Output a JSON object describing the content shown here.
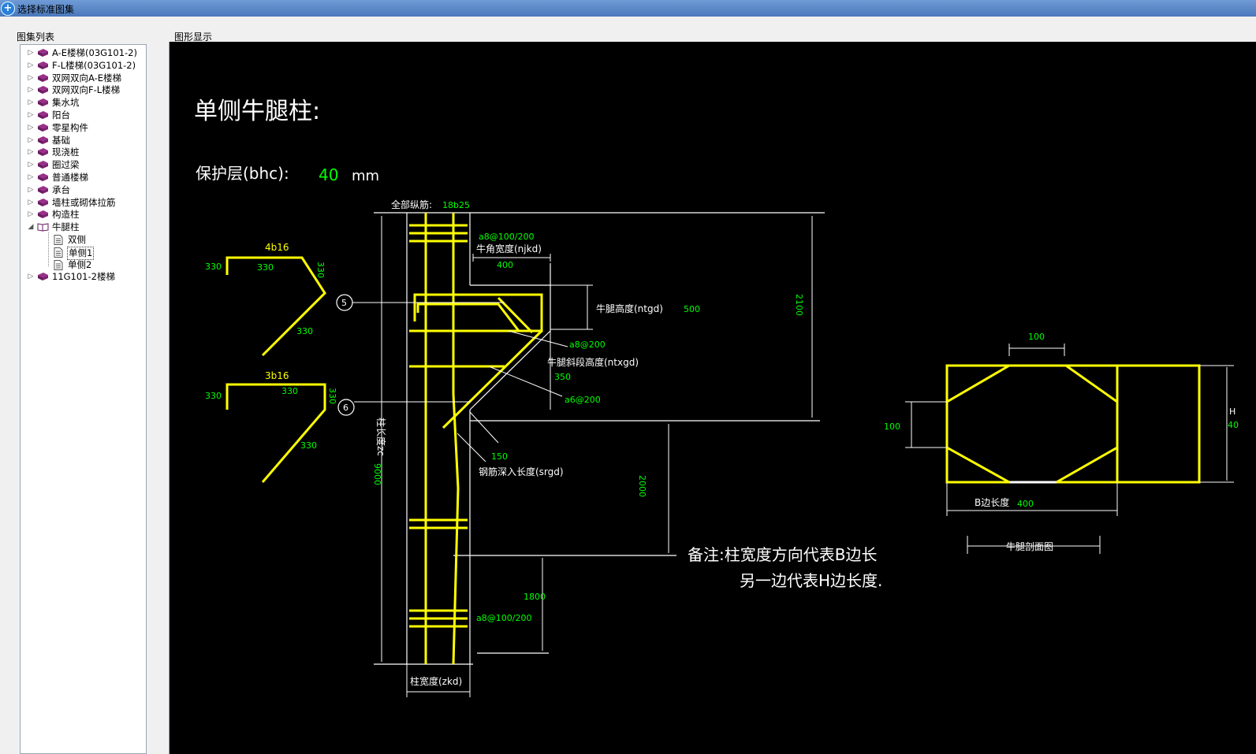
{
  "window": {
    "title": "选择标准图集"
  },
  "left_panel": {
    "label": "图集列表"
  },
  "right_panel": {
    "label": "图形显示"
  },
  "tree": {
    "items": [
      {
        "label": "A-E楼梯(03G101-2)"
      },
      {
        "label": "F-L楼梯(03G101-2)"
      },
      {
        "label": "双网双向A-E楼梯"
      },
      {
        "label": "双网双向F-L楼梯"
      },
      {
        "label": "集水坑"
      },
      {
        "label": "阳台"
      },
      {
        "label": "零星构件"
      },
      {
        "label": "基础"
      },
      {
        "label": "现浇桩"
      },
      {
        "label": "圈过梁"
      },
      {
        "label": "普通楼梯"
      },
      {
        "label": "承台"
      },
      {
        "label": "墙柱或砌体拉筋"
      },
      {
        "label": "构造柱"
      },
      {
        "label": "牛腿柱"
      },
      {
        "label": "11G101-2楼梯"
      }
    ],
    "children": [
      {
        "label": "双侧"
      },
      {
        "label": "单侧1"
      },
      {
        "label": "单侧2"
      }
    ]
  },
  "drawing": {
    "title": "单侧牛腿柱:",
    "cover_label": "保护层(bhc):",
    "cover_value": "40",
    "cover_unit": "mm",
    "all_rebar_label": "全部纵筋:",
    "all_rebar_value": "18b25",
    "stirrup_top": "a8@100/200",
    "stirrup_bottom": "a8@100/200",
    "corbel_corner_width": "牛角宽度(njkd)",
    "njkd_value": "400",
    "corbel_height": "牛腿高度(ntgd)",
    "ntgd_value": "500",
    "corbel_stirrup1": "a8@200",
    "corbel_slope_height": "牛腿斜段高度(ntxgd)",
    "ntxgd_value": "350",
    "corbel_stirrup2": "a6@200",
    "anchor_value": "150",
    "anchor_label": "钢筋深入长度(srgd)",
    "column_length_label": "柱长度zc",
    "column_length_value": "9000",
    "column_width_label": "柱宽度(zkd)",
    "dim_2100": "2100",
    "dim_2000": "2000",
    "dim_1800": "1800",
    "bar5": {
      "callout": "5",
      "spec": "4b16",
      "seg_a": "330",
      "seg_b": "330",
      "seg_c": "330",
      "seg_d": "330"
    },
    "bar6": {
      "callout": "6",
      "spec": "3b16",
      "seg_a": "330",
      "seg_b": "330",
      "seg_c": "330",
      "seg_d": "330"
    },
    "note_line1": "备注:柱宽度方向代表B边长",
    "note_line2": "另一边代表H边长度.",
    "section": {
      "dim_top": "100",
      "dim_left": "100",
      "b_label": "B边长度",
      "b_value": "400",
      "h_label": "H",
      "h_value": "40",
      "caption": "牛腿剖面图"
    }
  },
  "colors": {
    "rebar": "#ffff00",
    "dim": "#00ff00",
    "line": "#ffffff",
    "canvas_bg": "#000000"
  }
}
